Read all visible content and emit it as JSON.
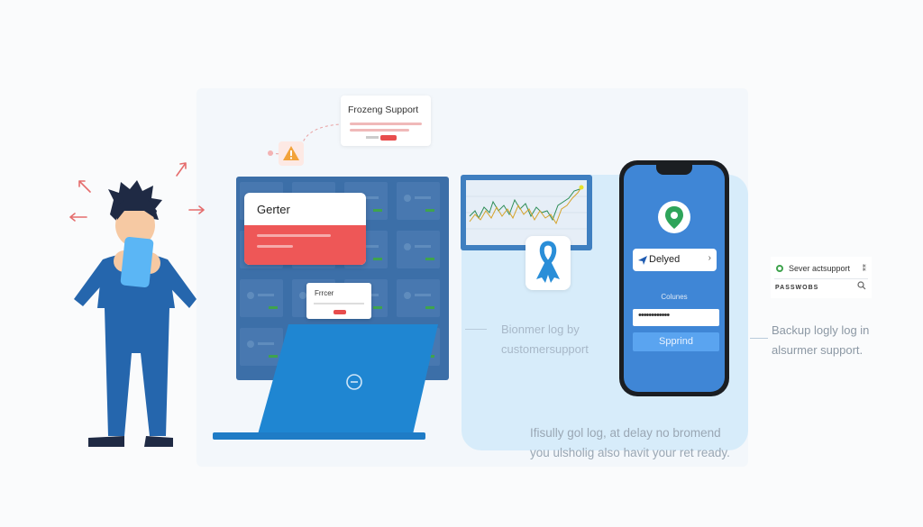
{
  "callout": {
    "title": "Frozeng Support"
  },
  "grid_card": {
    "title": "Gerter"
  },
  "error_card": {
    "title": "Frrcer"
  },
  "middle_text": {
    "line1": "Bionmer log by",
    "line2": "customersupport"
  },
  "phone": {
    "status_label": "Delyed",
    "column_label": "Colunes",
    "password_value": "••••••••••••",
    "button_label": "Spprind"
  },
  "right_card": {
    "title": "Sever actsupport",
    "password_label": "PASSWOBS",
    "menu_glyph": "⁑"
  },
  "right_text": {
    "line1": "Backup logly log in",
    "line2": "alsurmer support."
  },
  "bottom_text": {
    "line1": "Ifisully gol log, at delay no bromend",
    "line2": "you ulsholig also havit your ret ready."
  },
  "colors": {
    "accent": "#3f86d6",
    "alert": "#ee5757",
    "panel": "#3c6fa8",
    "success": "#3fa34d"
  },
  "icons": [
    "warning-icon",
    "awareness-ribbon-icon",
    "location-pin-icon",
    "search-icon",
    "minus-circle-icon",
    "phone-icon"
  ]
}
